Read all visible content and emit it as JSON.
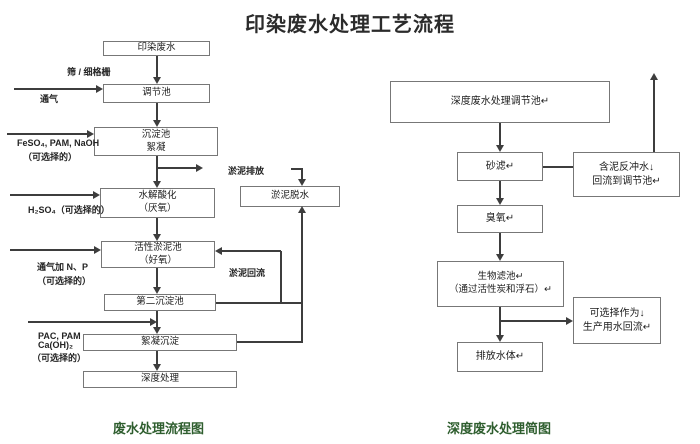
{
  "title": "印染废水处理工艺流程",
  "colors": {
    "caption": "#2f5e2f",
    "line": "#3d3d3d",
    "box_border": "#777777",
    "text": "#1c1c1c"
  },
  "left_chart": {
    "caption": "废水处理流程图",
    "nodes": {
      "printing": {
        "line1": "印染废水"
      },
      "regulating": {
        "line1": "调节池"
      },
      "sedimentation": {
        "line1": "沉淀池",
        "line2": "絮凝"
      },
      "hydrolysis": {
        "line1": "水解酸化",
        "line2": "（厌氧）"
      },
      "activated": {
        "line1": "活性淤泥池",
        "line2": "（好氧）"
      },
      "secondary": {
        "line1": "第二沉淀池"
      },
      "flocculation": {
        "line1": "絮凝沉淀"
      },
      "advanced": {
        "line1": "深度处理"
      },
      "dewatering": {
        "line1": "淤泥脱水"
      }
    },
    "labels": {
      "screen": "筛 / 细格栅",
      "aeration": "通气",
      "feso4": "FeSO₄, PAM, NaOH",
      "feso4_optional": "（可选择的）",
      "h2so4": "H₂SO₄（可选择的）",
      "aeration_np": "通气加 N、P",
      "np_optional": "（可选择的）",
      "pac": "PAC, PAM",
      "caoh2": "Ca(OH)₂",
      "pac_optional": "（可选择的）",
      "sludge_discharge": "淤泥排放",
      "sludge_return": "淤泥回流"
    }
  },
  "right_chart": {
    "caption": "深度废水处理简图",
    "nodes": {
      "regulating": {
        "line1": "深度废水处理调节池↵"
      },
      "sand_filter": {
        "line1": "砂滤↵"
      },
      "backwash": {
        "line1": "含泥反冲水↓",
        "line2": "回流到调节池↵"
      },
      "ozone": {
        "line1": "臭氧↵"
      },
      "bio_filter": {
        "line1": "生物滤池↵",
        "line2": "（通过活性炭和浮石）↵"
      },
      "reuse": {
        "line1": "可选择作为↓",
        "line2": "生产用水回流↵"
      },
      "discharge": {
        "line1": "排放水体↵"
      }
    }
  }
}
